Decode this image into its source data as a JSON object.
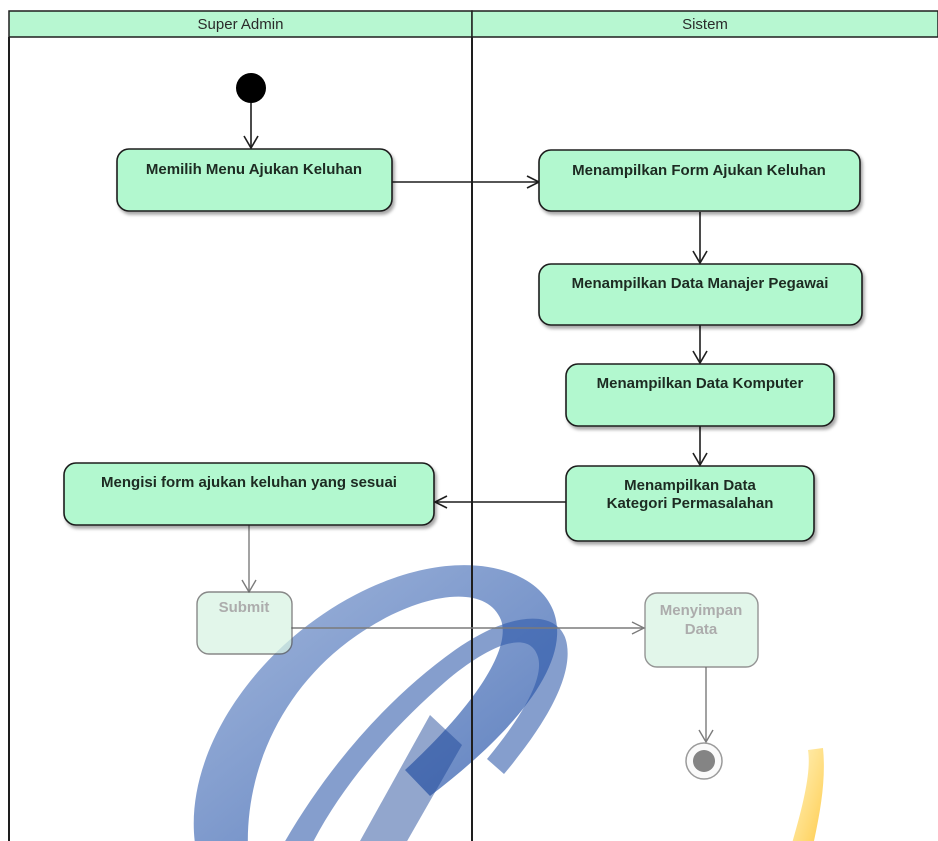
{
  "swimlanes": [
    {
      "name": "Super Admin"
    },
    {
      "name": "Sistem"
    }
  ],
  "nodes": {
    "memilih_menu": [
      "Memilih Menu Ajukan Keluhan"
    ],
    "menampilkan_form": [
      "Menampilkan Form Ajukan Keluhan"
    ],
    "menampilkan_manajer": [
      "Menampilkan Data Manajer Pegawai"
    ],
    "menampilkan_komputer": [
      "Menampilkan Data  Komputer"
    ],
    "menampilkan_kategori": [
      "Menampilkan Data",
      "Kategori Permasalahan"
    ],
    "mengisi_form": [
      "Mengisi form ajukan keluhan yang sesuai"
    ],
    "submit": [
      "Submit"
    ],
    "menyimpan": [
      "Menyimpan",
      "Data"
    ]
  },
  "colors": {
    "lane_header": "#b7f7d1",
    "activity_fill": "#b2f8cf",
    "faded_fill": "#d8f3e2",
    "line": "#1e1e1e",
    "watermark_blue": "#2d58a8",
    "watermark_gold": "#ffc928"
  }
}
